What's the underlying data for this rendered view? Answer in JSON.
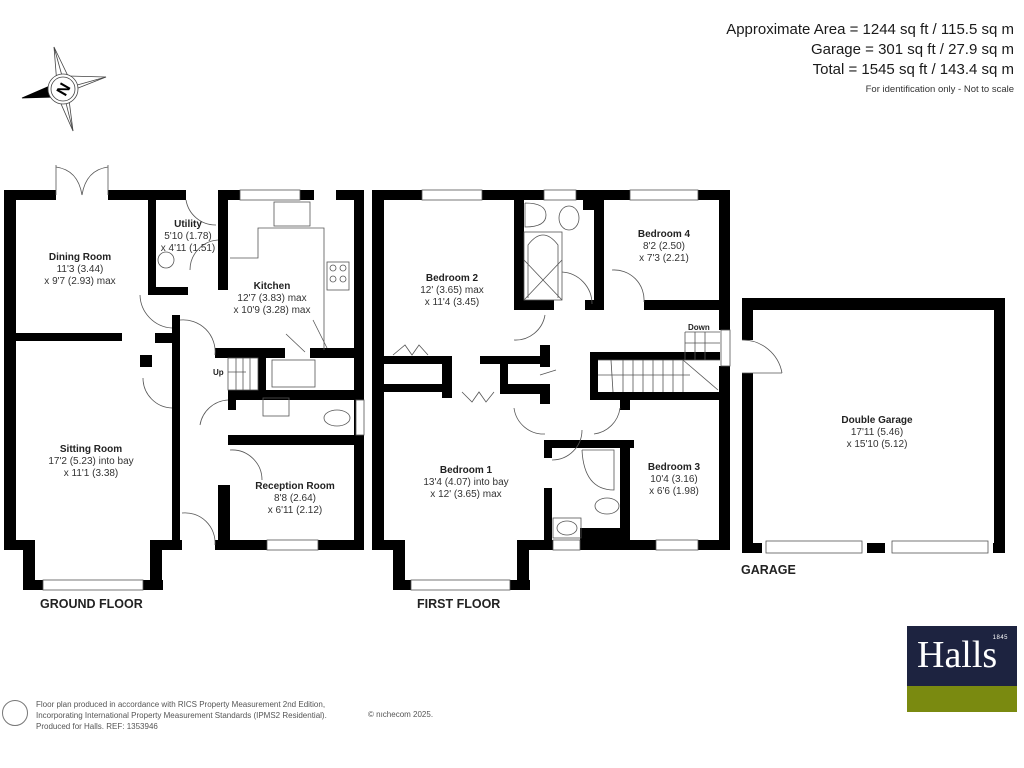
{
  "summary": {
    "approx_area": "Approximate Area = 1244 sq ft / 115.5 sq m",
    "garage_area": "Garage = 301 sq ft / 27.9 sq m",
    "total_area": "Total = 1545 sq ft / 143.4 sq m",
    "note": "For identification only - Not to scale"
  },
  "compass": {
    "icon": "compass-north-icon",
    "letter": "N"
  },
  "ground_floor": {
    "title": "GROUND FLOOR",
    "stairs_label": "Up",
    "rooms": [
      {
        "name": "Dining Room",
        "dim1": "11'3 (3.44)",
        "dim2": "x 9'7 (2.93) max"
      },
      {
        "name": "Utility",
        "dim1": "5'10 (1.78)",
        "dim2": "x 4'11 (1.51)"
      },
      {
        "name": "Kitchen",
        "dim1": "12'7 (3.83) max",
        "dim2": "x 10'9 (3.28) max"
      },
      {
        "name": "Sitting Room",
        "dim1": "17'2 (5.23) into bay",
        "dim2": "x 11'1 (3.38)"
      },
      {
        "name": "Reception Room",
        "dim1": "8'8 (2.64)",
        "dim2": "x 6'11 (2.12)"
      }
    ]
  },
  "first_floor": {
    "title": "FIRST FLOOR",
    "stairs_label": "Down",
    "rooms": [
      {
        "name": "Bedroom 2",
        "dim1": "12' (3.65) max",
        "dim2": "x 11'4 (3.45)"
      },
      {
        "name": "Bedroom 4",
        "dim1": "8'2 (2.50)",
        "dim2": "x 7'3 (2.21)"
      },
      {
        "name": "Bedroom 1",
        "dim1": "13'4 (4.07) into bay",
        "dim2": "x 12' (3.65) max"
      },
      {
        "name": "Bedroom 3",
        "dim1": "10'4 (3.16)",
        "dim2": "x 6'6 (1.98)"
      }
    ]
  },
  "garage": {
    "title": "GARAGE",
    "rooms": [
      {
        "name": "Double Garage",
        "dim1": "17'11 (5.46)",
        "dim2": "x 15'10 (5.12)"
      }
    ]
  },
  "footer": {
    "line1": "Floor plan produced in accordance with RICS Property Measurement 2nd Edition,",
    "line2": "Incorporating International Property Measurement Standards (IPMS2 Residential).",
    "line3": "Produced for Halls.   REF: 1353946",
    "copyright": "© nıchecom 2025."
  },
  "logo": {
    "brand": "Halls",
    "year": "1845",
    "top_color": "#1d2340",
    "bottom_color": "#7a8a10"
  }
}
